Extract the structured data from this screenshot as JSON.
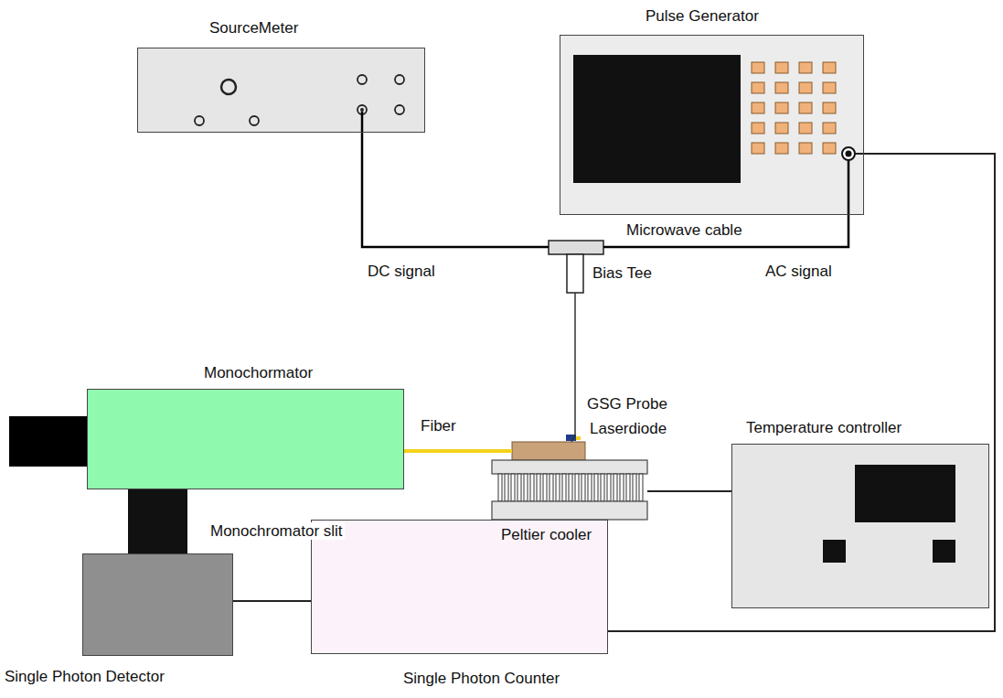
{
  "diagram": {
    "nodes": [
      {
        "text": [
          "SourceMeter"
        ]
      },
      {
        "text": [
          "Pulse Generator"
        ]
      },
      {
        "text": [
          "Bias Tee"
        ]
      },
      {
        "text": [
          "Monochormator"
        ]
      },
      {
        "text": [
          "Laserdiode"
        ]
      },
      {
        "text": [
          "Peltier cooler"
        ]
      },
      {
        "text": [
          "Temperature controller"
        ]
      },
      {
        "text": [
          "Single Photon Detector"
        ]
      },
      {
        "text": [
          "Single Photon Counter"
        ]
      }
    ],
    "edges": [
      {
        "from": 0,
        "to": 2,
        "arrow": "none",
        "label": "DC signal"
      },
      {
        "from": 1,
        "to": 2,
        "arrow": "none",
        "label": "AC signal"
      },
      {
        "from": 2,
        "to": 4,
        "arrow": "none",
        "label": "GSG Probe"
      },
      {
        "from": 4,
        "to": 3,
        "arrow": "none",
        "label": "Fiber"
      },
      {
        "from": 5,
        "to": 6,
        "arrow": "none"
      },
      {
        "from": 7,
        "to": 8,
        "arrow": "none"
      },
      {
        "from": 8,
        "to": 1,
        "arrow": "none"
      }
    ],
    "labels": [
      "Microwave cable",
      "Monochromator slit"
    ]
  }
}
